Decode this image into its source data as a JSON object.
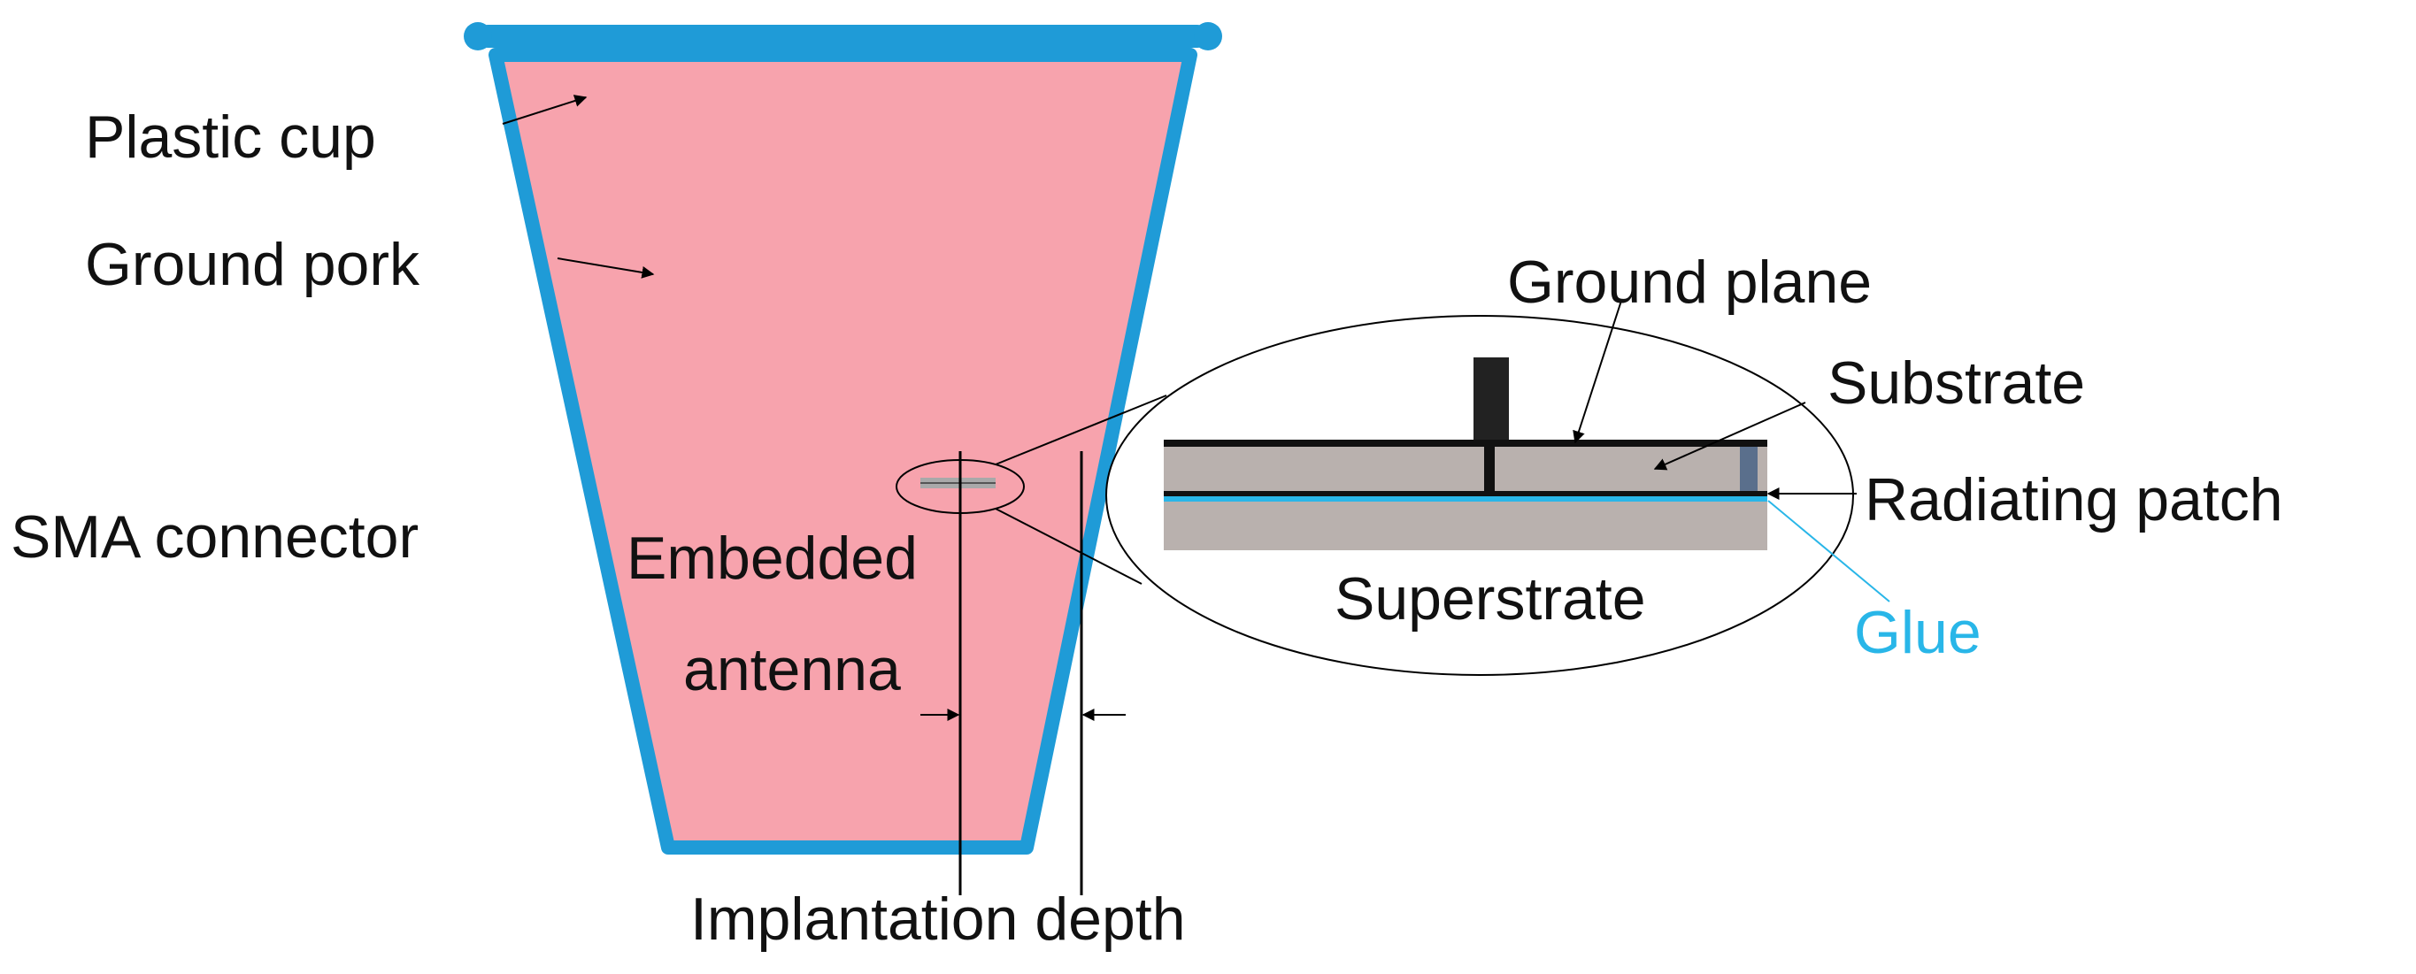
{
  "labels": {
    "plastic_cup": "Plastic cup",
    "ground_pork": "Ground pork",
    "sma_connector": "SMA connector",
    "embedded_antenna_line1": "Embedded",
    "embedded_antenna_line2": "antenna",
    "implantation_depth": "Implantation depth",
    "ground_plane": "Ground plane",
    "substrate": "Substrate",
    "radiating_patch": "Radiating patch",
    "superstrate": "Superstrate",
    "glue": "Glue"
  },
  "colors": {
    "cup_wall": "#1f9bd7",
    "pork": "#f7a3ad",
    "layer_gray": "#b9b1ae",
    "conductor": "#111111",
    "glue": "#29b6e8",
    "connector": "#222222",
    "line": "#000000"
  }
}
